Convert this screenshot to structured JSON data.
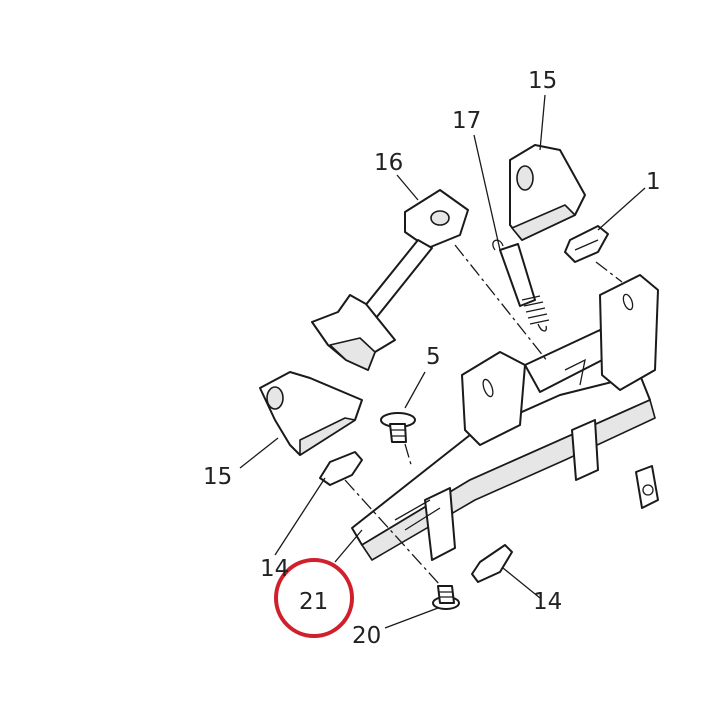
{
  "callouts": {
    "c15_top": "15",
    "c17": "17",
    "c16": "16",
    "c1": "1",
    "c5": "5",
    "c15_left": "15",
    "c14_left": "14",
    "c21": "21",
    "c20": "20",
    "c14_right": "14"
  },
  "colors": {
    "highlight_ring": "#d0202c",
    "line": "#1a1a1a"
  }
}
